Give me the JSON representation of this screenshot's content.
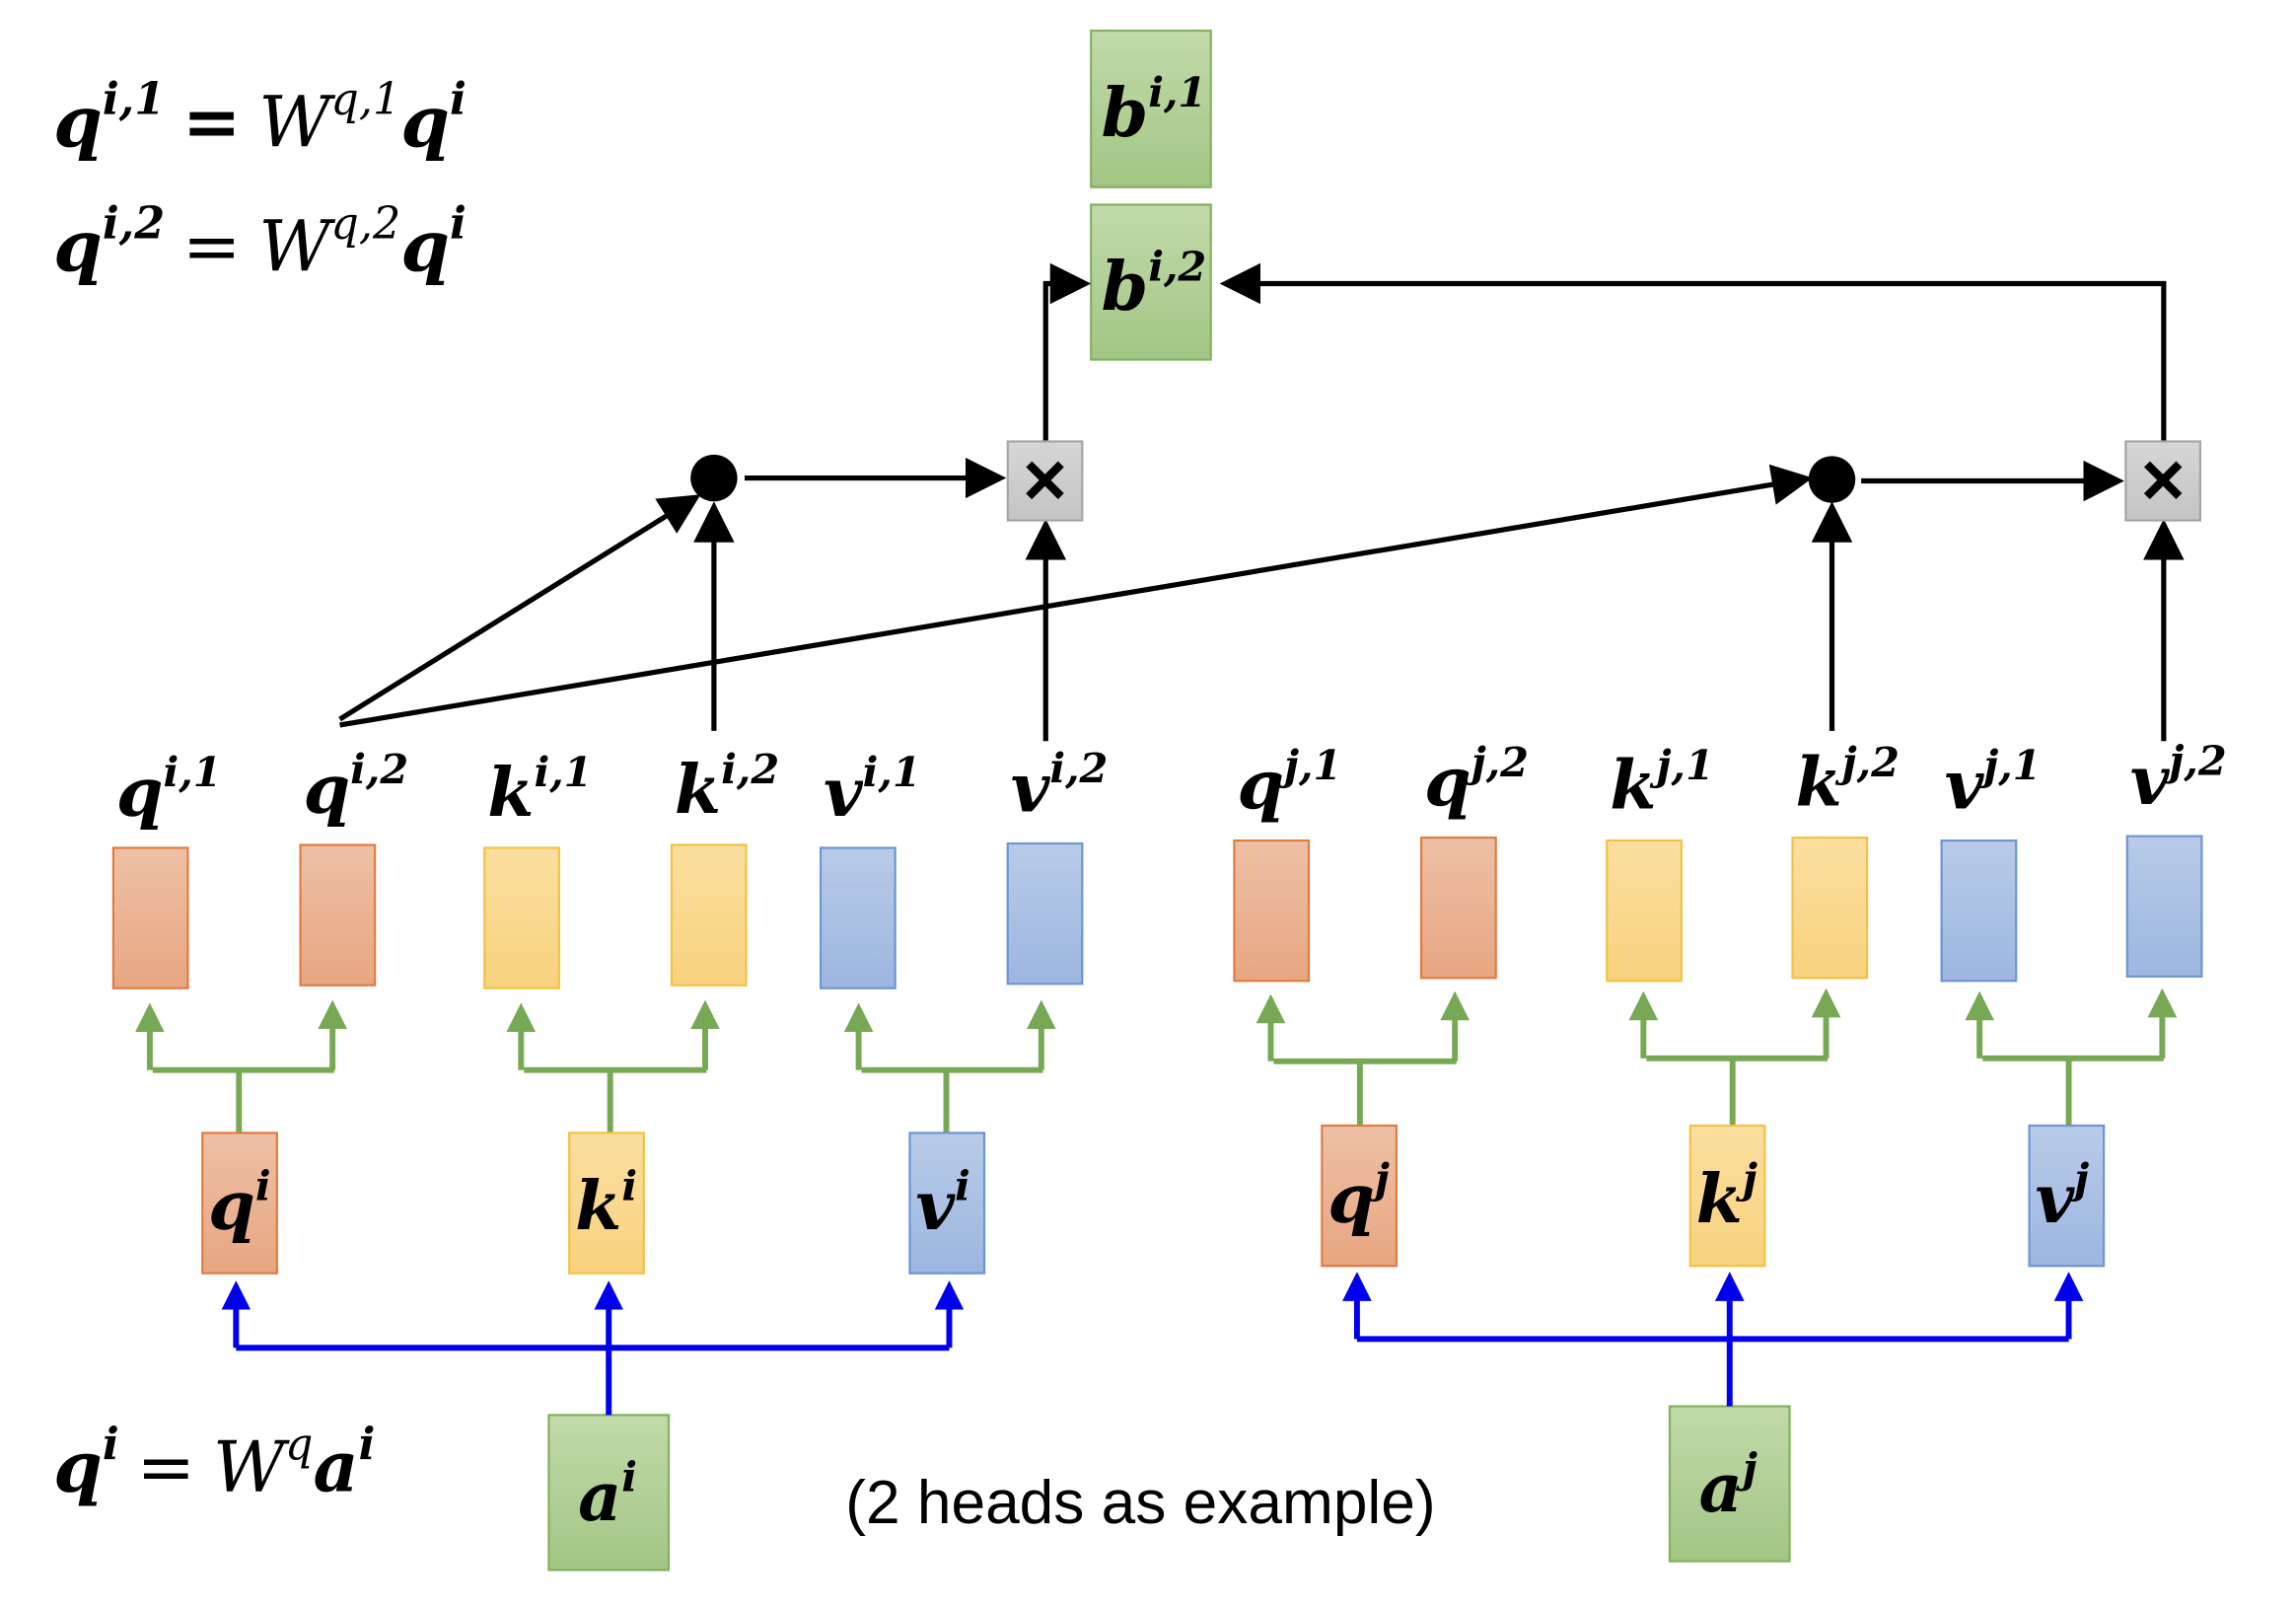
{
  "formulas": {
    "head1": {
      "lhs": "q",
      "lhs_sup": "i,1",
      "eq": "=",
      "w": "W",
      "w_sup": "q,1",
      "rhs": "q",
      "rhs_sup": "i"
    },
    "head2": {
      "lhs": "q",
      "lhs_sup": "i,2",
      "eq": "=",
      "w": "W",
      "w_sup": "q,2",
      "rhs": "q",
      "rhs_sup": "i"
    },
    "proj": {
      "lhs": "q",
      "lhs_sup": "i",
      "eq": "=",
      "w": "W",
      "w_sup": "q",
      "rhs": "a",
      "rhs_sup": "i"
    }
  },
  "caption": "(2 heads as example)",
  "outputs": [
    {
      "base": "b",
      "sup": "i,1"
    },
    {
      "base": "b",
      "sup": "i,2"
    }
  ],
  "inputs": [
    {
      "base": "a",
      "sup": "i"
    },
    {
      "base": "a",
      "sup": "j"
    }
  ],
  "mid_vectors": [
    {
      "base": "q",
      "sup": "i"
    },
    {
      "base": "k",
      "sup": "i"
    },
    {
      "base": "v",
      "sup": "i"
    },
    {
      "base": "q",
      "sup": "j"
    },
    {
      "base": "k",
      "sup": "j"
    },
    {
      "base": "v",
      "sup": "j"
    }
  ],
  "head_vectors": [
    {
      "base": "q",
      "sup": "i,1"
    },
    {
      "base": "q",
      "sup": "i,2"
    },
    {
      "base": "k",
      "sup": "i,1"
    },
    {
      "base": "k",
      "sup": "i,2"
    },
    {
      "base": "v",
      "sup": "i,1"
    },
    {
      "base": "v",
      "sup": "i,2"
    },
    {
      "base": "q",
      "sup": "j,1"
    },
    {
      "base": "q",
      "sup": "j,2"
    },
    {
      "base": "k",
      "sup": "j,1"
    },
    {
      "base": "k",
      "sup": "j,2"
    },
    {
      "base": "v",
      "sup": "j,1"
    },
    {
      "base": "v",
      "sup": "j,2"
    }
  ],
  "operators": {
    "multiply": "×"
  },
  "colors": {
    "q_fill": "#eab08f",
    "q_stroke": "#e07d3f",
    "k_fill": "#fad98c",
    "k_stroke": "#f2c342",
    "v_fill": "#a9c0e4",
    "v_stroke": "#6f95d2",
    "green_fill": "#b1cf96",
    "green_stroke": "#82b25e",
    "green_line": "#77a854",
    "blue_line": "#0000ee",
    "mult_fill": "#cccccc"
  }
}
